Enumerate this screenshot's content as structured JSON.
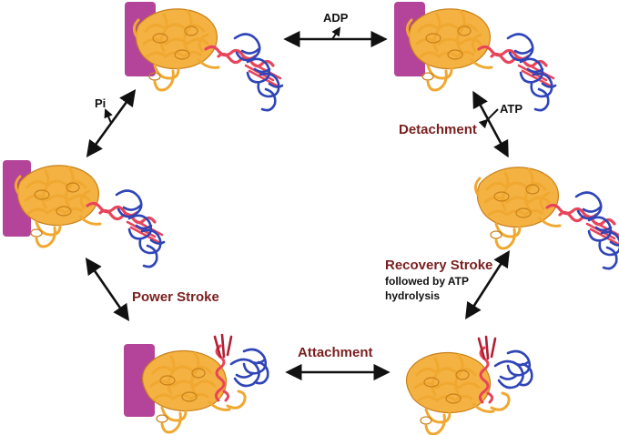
{
  "labels": {
    "adp": "ADP",
    "atp": "ATP",
    "pi": "Pi",
    "detachment": "Detachment",
    "recovery_title": "Recovery Stroke",
    "recovery_line2": "followed by ATP",
    "recovery_line3": "hydrolysis",
    "power_stroke": "Power Stroke",
    "attachment": "Attachment"
  },
  "colors": {
    "actin": "#b4449a",
    "motor_domain": "#f0a830",
    "motor_dark": "#c9801a",
    "converter_helix": "#e8455a",
    "lever_arm": "#2f45b8",
    "label_red": "#7a1f1f",
    "arrow": "#111111"
  },
  "states": [
    {
      "id": "top-left",
      "actin_bound": true
    },
    {
      "id": "top-right",
      "actin_bound": true
    },
    {
      "id": "left",
      "actin_bound": true
    },
    {
      "id": "right",
      "actin_bound": false
    },
    {
      "id": "bottom-left",
      "actin_bound": true
    },
    {
      "id": "bottom-right",
      "actin_bound": false
    }
  ]
}
